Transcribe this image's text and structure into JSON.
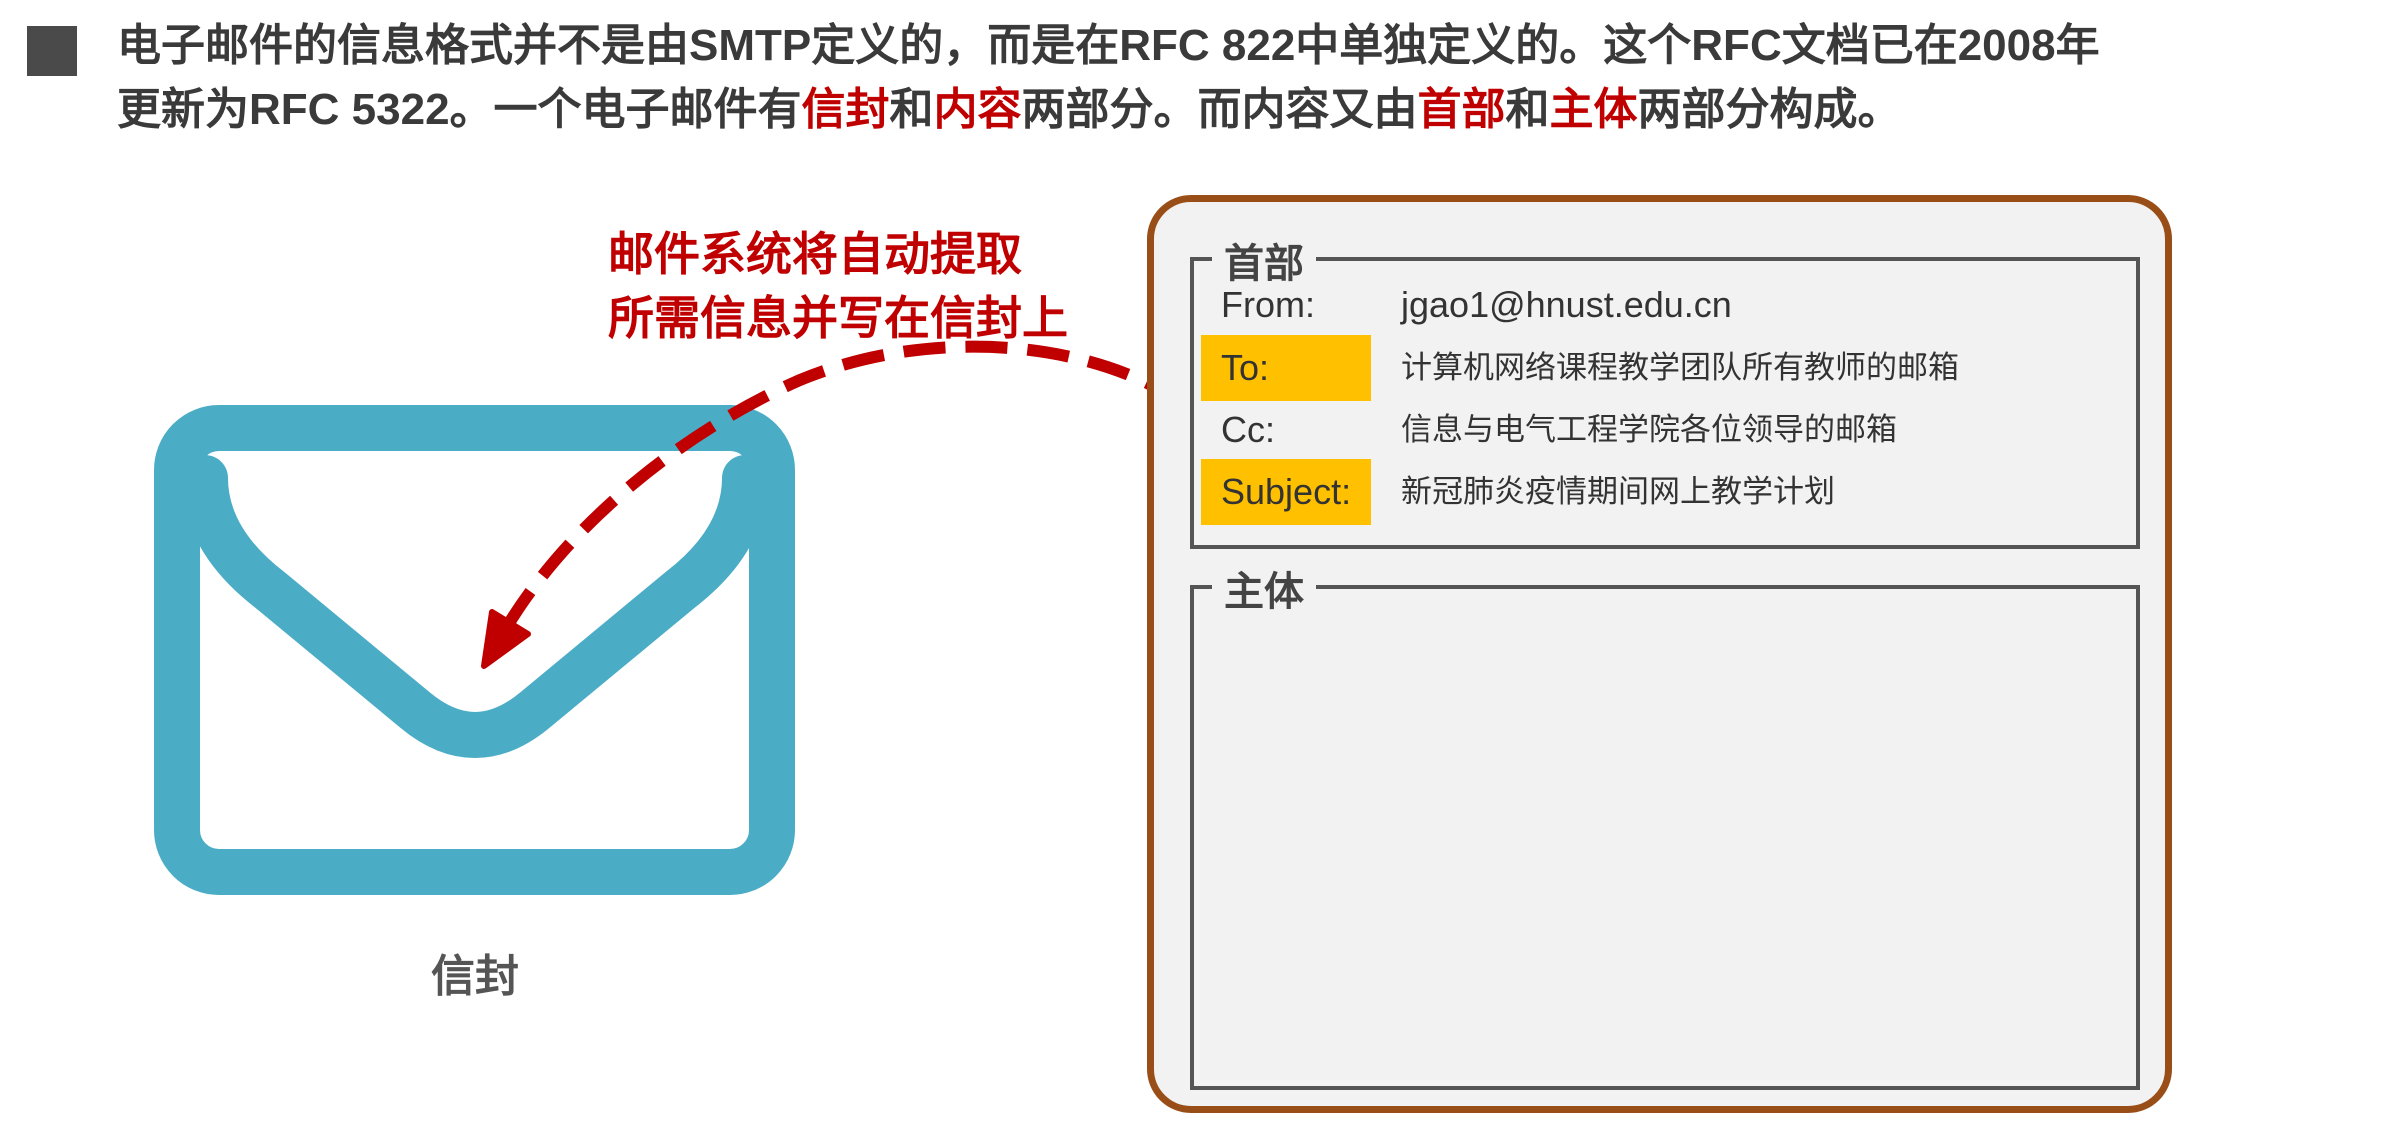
{
  "heading": {
    "line1": "电子邮件的信息格式并不是由SMTP定义的，而是在RFC 822中单独定义的。这个RFC文档已在2008年",
    "line2_part1": "更新为RFC 5322。一个电子邮件有",
    "envelope_word": "信封",
    "and1": "和",
    "content_word": "内容",
    "line2_part2": "两部分。而内容又由",
    "header_word": "首部",
    "and2": "和",
    "body_word": "主体",
    "line2_part3": "两部分构成。"
  },
  "callout": {
    "line1": "邮件系统将自动提取",
    "line2": "所需信息并写在信封上"
  },
  "envelope": {
    "label": "信封",
    "color": "#4bacc6"
  },
  "message": {
    "header_title": "首部",
    "body_title": "主体",
    "fields": [
      {
        "name": "From:",
        "value": "jgao1@hnust.edu.cn",
        "highlighted": false
      },
      {
        "name": "To:",
        "value": "计算机网络课程教学团队所有教师的邮箱",
        "highlighted": true
      },
      {
        "name": "Cc:",
        "value": "信息与电气工程学院各位领导的邮箱",
        "highlighted": false
      },
      {
        "name": "Subject:",
        "value": "新冠肺炎疫情期间网上教学计划",
        "highlighted": true
      }
    ]
  },
  "colors": {
    "accent_red": "#c00000",
    "field_highlight": "#ffc000",
    "box_border": "#9a4e17",
    "box_fill": "#f2f2f2"
  }
}
